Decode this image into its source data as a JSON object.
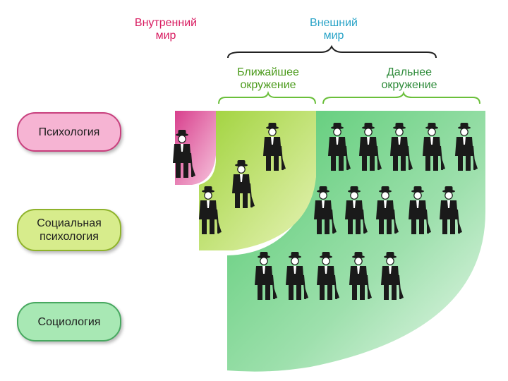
{
  "headers": {
    "inner_world": [
      "Внутренний",
      "мир"
    ],
    "outer_world": [
      "Внешний",
      "мир"
    ],
    "near_env": [
      "Ближайшее",
      "окружение"
    ],
    "far_env": [
      "Дальнее",
      "окружение"
    ]
  },
  "pills": {
    "psychology": [
      "Психология"
    ],
    "social_psychology": [
      "Социальная",
      "психология"
    ],
    "sociology": [
      "Социология"
    ]
  },
  "colors": {
    "inner_header": "#d81b60",
    "outer_header": "#29a3c7",
    "near_header": "#4a9a1a",
    "far_header": "#2e8b3a",
    "brace": "#222222",
    "green_brace": "#6abf3a",
    "inner_zone": "#e0509a",
    "near_zone": "#a6d63a",
    "far_zone": "#5fcf7a",
    "pill_psychology": "#f6b4d3",
    "pill_psychology_border": "#c8407e",
    "pill_social": "#d7ec8c",
    "pill_social_border": "#8fb32c",
    "pill_sociology": "#a8e8b4",
    "pill_sociology_border": "#48a860",
    "figure": "#1a1a1a"
  },
  "figure_icon": "man-in-hat-with-umbrella-icon",
  "figures": {
    "inner": 1,
    "near": 3,
    "far_rows": [
      5,
      5,
      5
    ]
  }
}
